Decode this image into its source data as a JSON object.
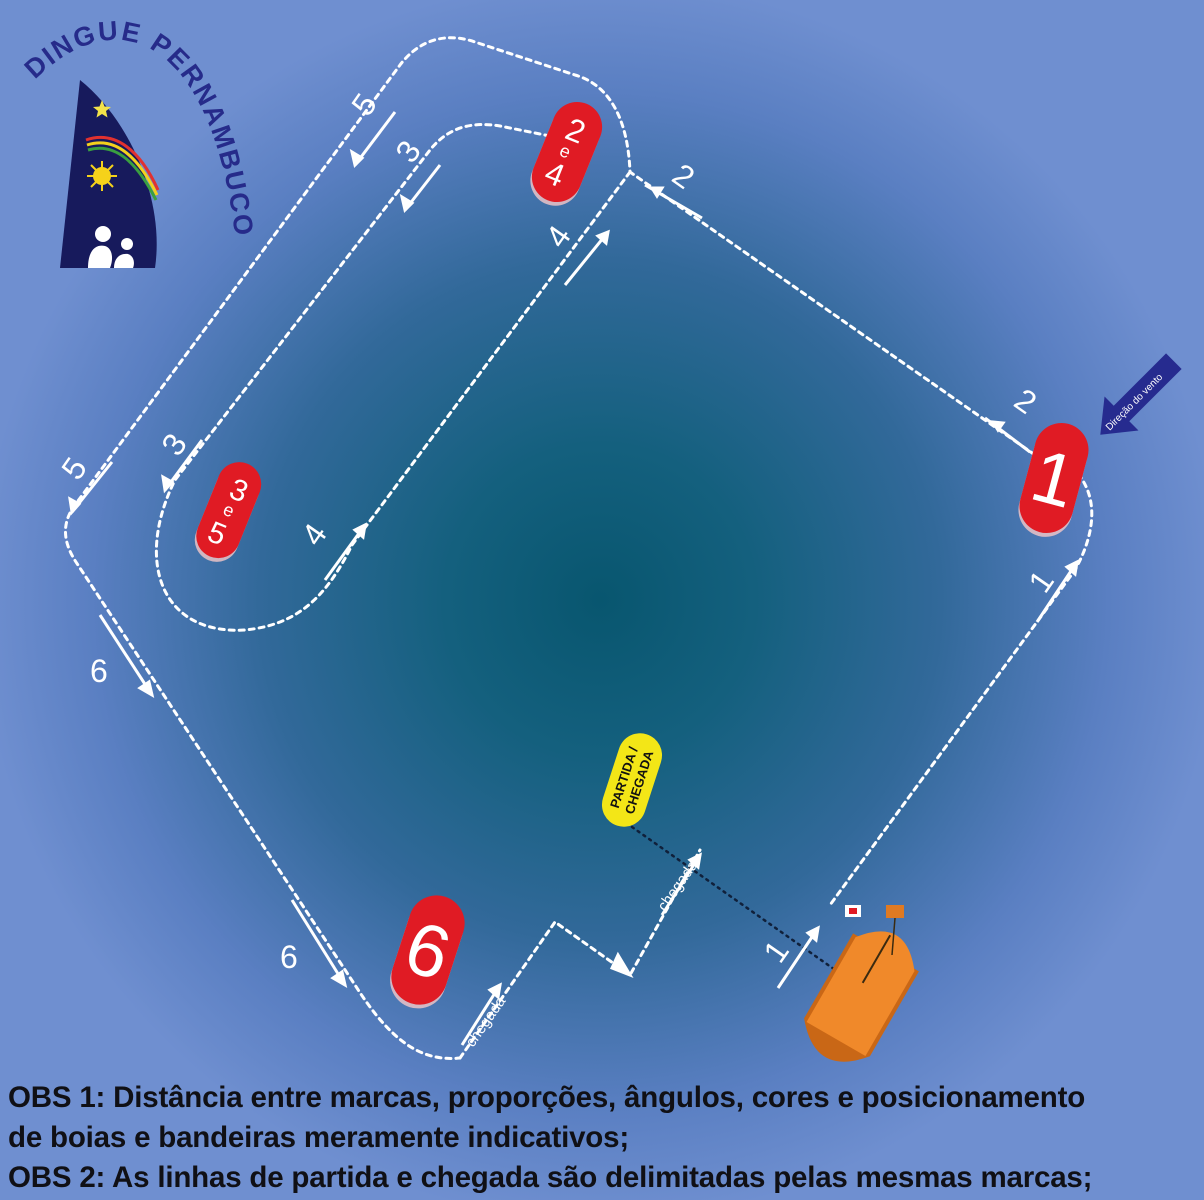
{
  "logo": {
    "text": "DINGUE PERNAMBUCO",
    "colors": {
      "text": "#262b8a",
      "sail": "#171a5c",
      "star": "#f2e24a",
      "sun": "#f5d21a",
      "rainbow": [
        "#e1312f",
        "#f4d11d",
        "#3aa040"
      ]
    }
  },
  "marks": [
    {
      "id": "mark-2e4",
      "lines": [
        "2",
        "e",
        "4"
      ],
      "color": "#e01b24"
    },
    {
      "id": "mark-3e5",
      "lines": [
        "3",
        "e",
        "5"
      ],
      "color": "#e01b24"
    },
    {
      "id": "mark-1",
      "lines": [
        "1"
      ],
      "color": "#e01b24"
    },
    {
      "id": "mark-6",
      "lines": [
        "6"
      ],
      "color": "#e01b24"
    },
    {
      "id": "mark-start",
      "lines": [
        "PARTIDA /",
        "CHEGADA"
      ],
      "color": "#f3e617"
    }
  ],
  "leg_labels": [
    "5",
    "3",
    "2",
    "4",
    "2",
    "3",
    "5",
    "4",
    "1",
    "6",
    "6",
    "1"
  ],
  "chegada_label": "chegada",
  "wind_label": "Direção do vento",
  "wind_color": "#262b8f",
  "committee_boat_color": "#f0892a",
  "notes": {
    "obs1_line1": "OBS 1: Distância entre marcas, proporções, ângulos, cores e posicionamento",
    "obs1_line2": "de boias e bandeiras meramente indicativos;",
    "obs2": "OBS 2: As linhas de partida e chegada são delimitadas pelas mesmas marcas;"
  }
}
